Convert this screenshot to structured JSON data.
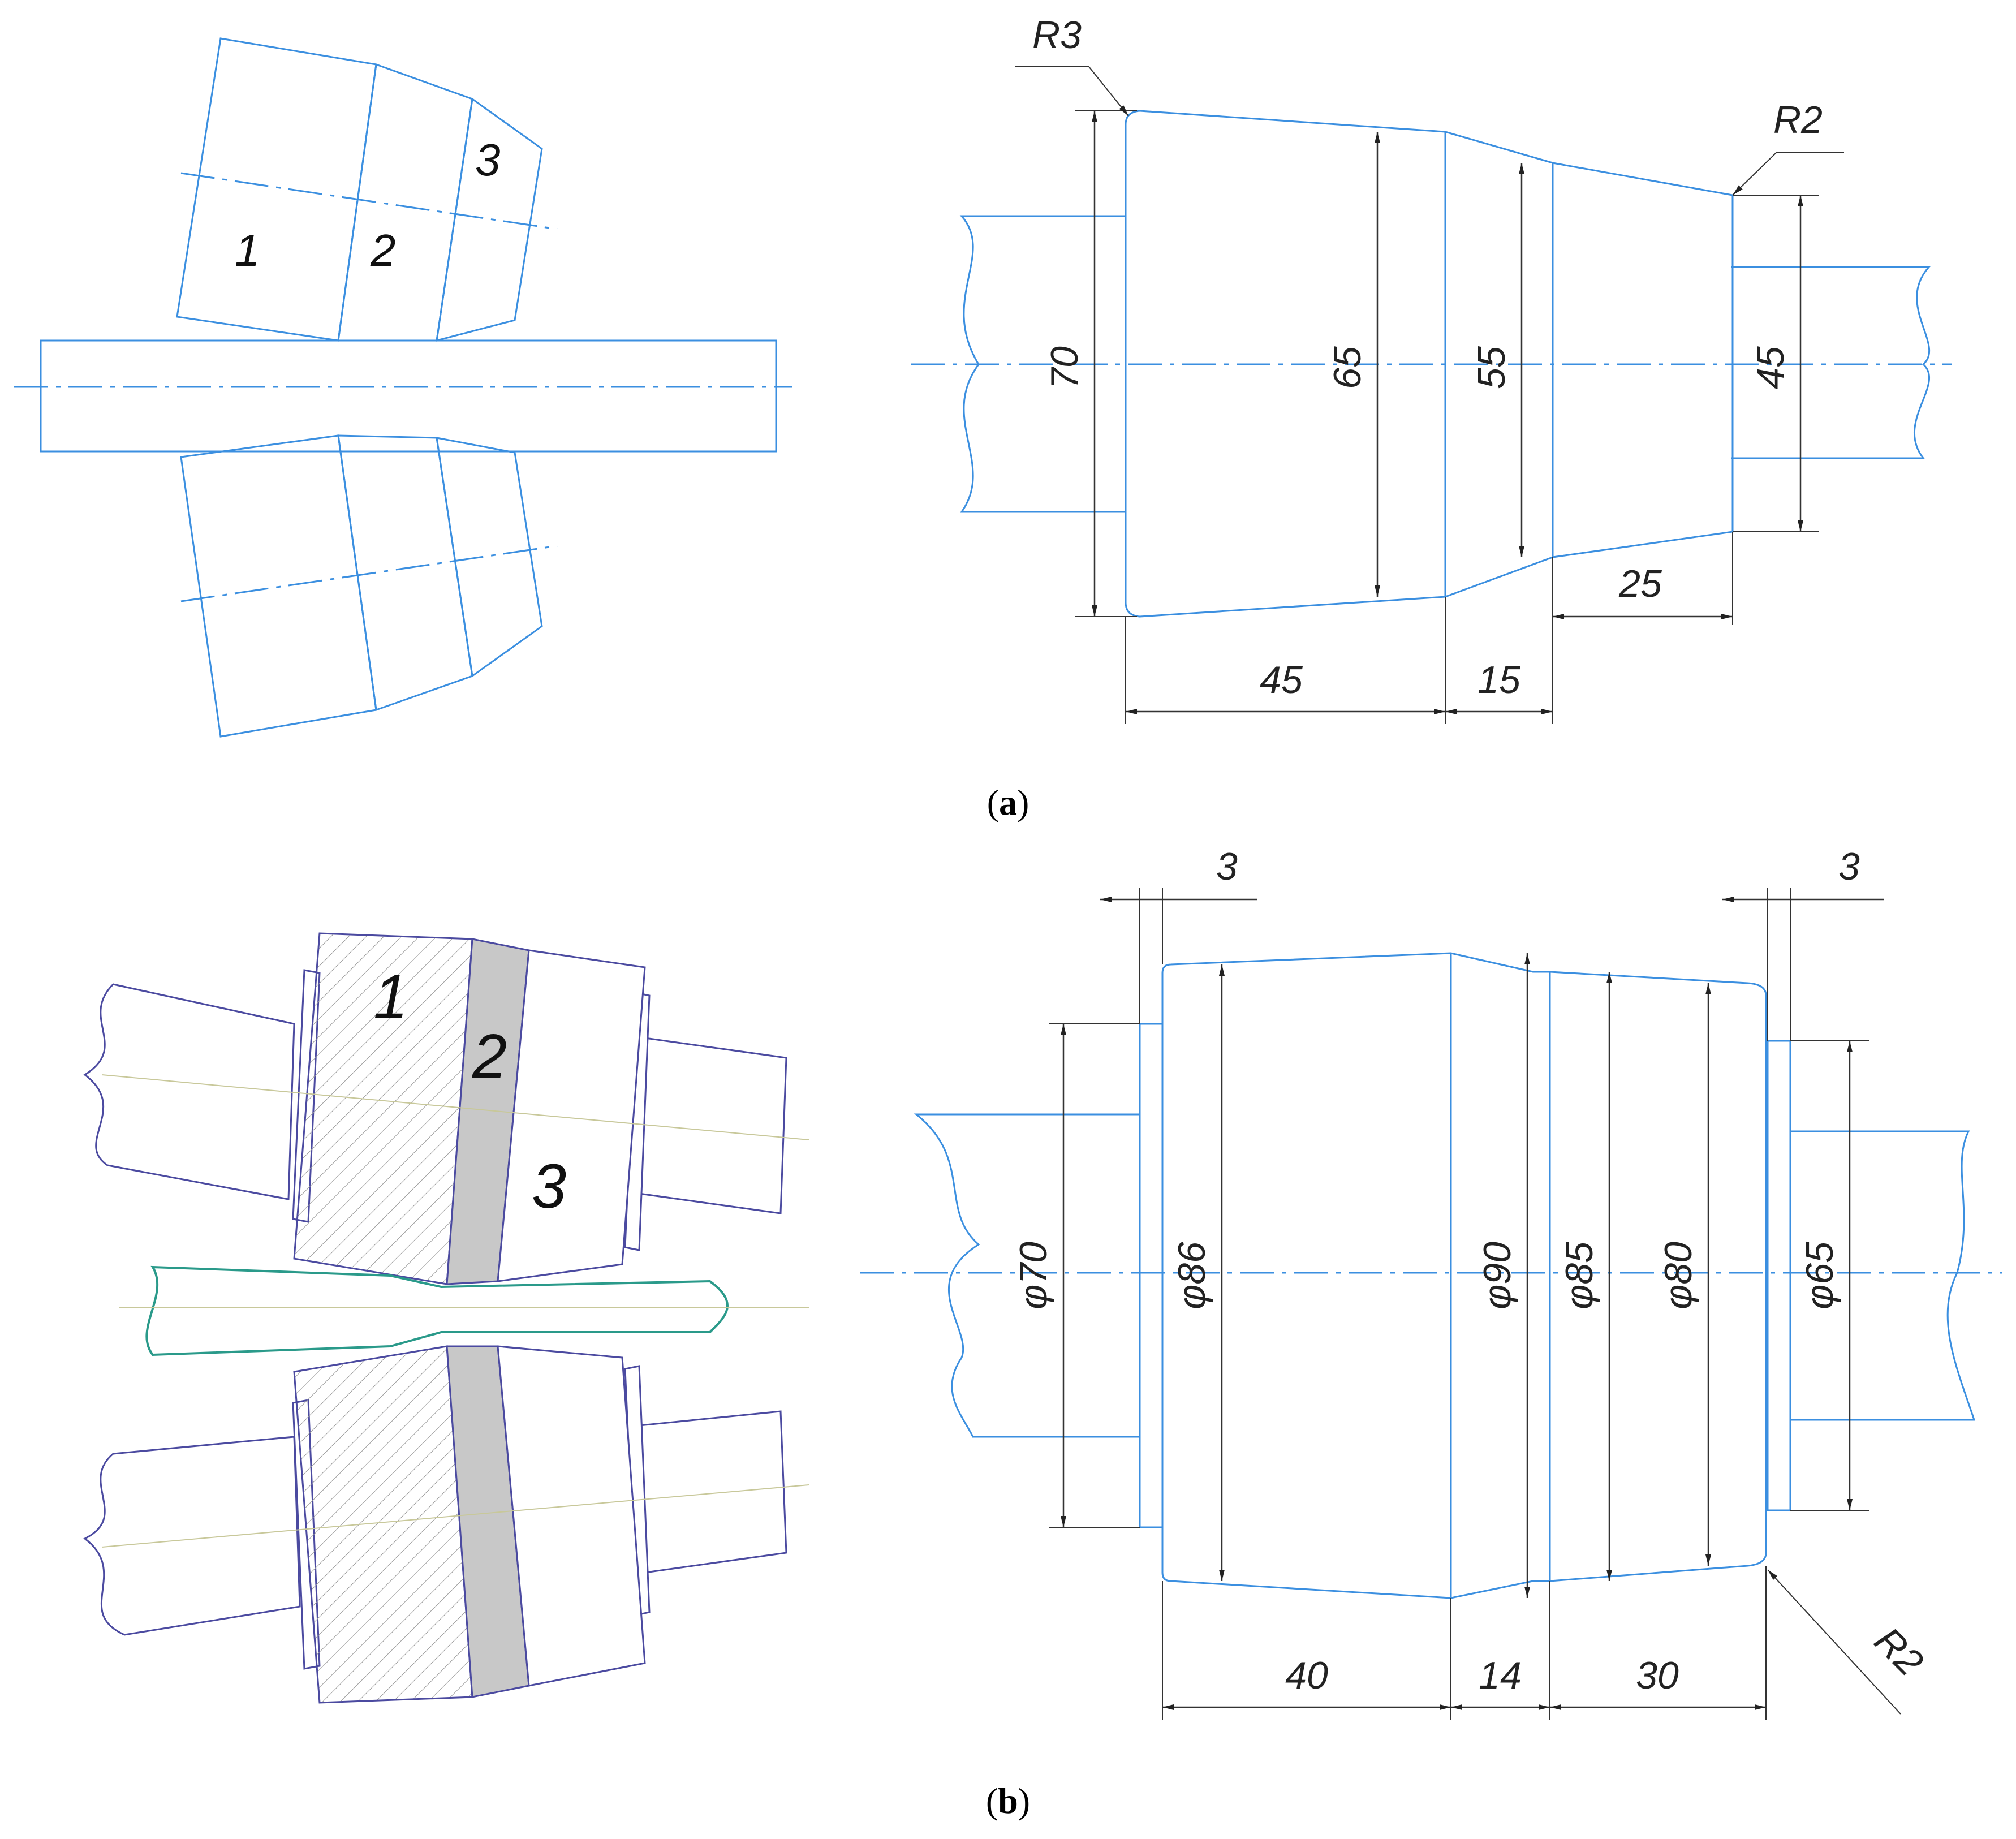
{
  "colors": {
    "drawing_blue": "#3b8fe0",
    "dimension_black": "#333333",
    "segment_2_dark": "#666666",
    "segment_2_light": "#c8c8c8",
    "outline_b": "#4b4aa0",
    "strip_teal": "#2a9a8a"
  },
  "panel_a": {
    "caption_open": "(",
    "caption_letter": "a",
    "caption_close": ")",
    "segment_labels": [
      "1",
      "2",
      "3"
    ],
    "dimensions": {
      "d70": "70",
      "d65": "65",
      "d55": "55",
      "d45": "45",
      "len45": "45",
      "len15": "15",
      "len25": "25",
      "r3": "R3",
      "r2": "R2"
    }
  },
  "panel_b": {
    "caption_open": "(",
    "caption_letter": "b",
    "caption_close": ")",
    "segment_labels": [
      "1",
      "2",
      "3"
    ],
    "dimensions": {
      "d70": "φ70",
      "d86": "φ86",
      "d90": "φ90",
      "d85": "φ85",
      "d80": "φ80",
      "d65": "φ65",
      "len40": "40",
      "len14": "14",
      "len30": "30",
      "gap_left": "3",
      "gap_right": "3",
      "r2": "R2"
    }
  }
}
